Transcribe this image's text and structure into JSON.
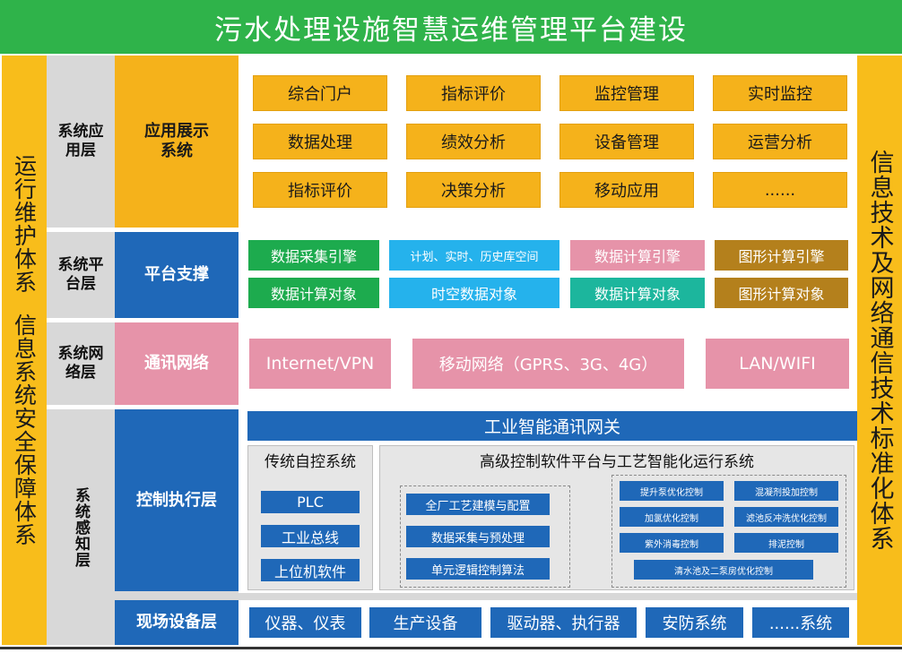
{
  "title": "污水处理设施智慧运维管理平台建设",
  "left_pillar": [
    "运行维护体系",
    "信息系统安全保障体系"
  ],
  "right_pillar": "信息技术及网络通信技术标准化体系",
  "application_layer": {
    "label": "系统应用层",
    "subsystem": "应用展示系统",
    "items": [
      "综合门户",
      "指标评价",
      "监控管理",
      "实时监控",
      "数据处理",
      "绩效分析",
      "设备管理",
      "运营分析",
      "指标评价",
      "决策分析",
      "移动应用",
      "......"
    ]
  },
  "platform_layer": {
    "label": "系统平台层",
    "subsystem": "平台支撑",
    "row1": [
      "数据采集引擎",
      "计划、实时、历史库空间",
      "数据计算引擎",
      "图形计算引擎"
    ],
    "row2": [
      "数据计算对象",
      "时空数据对象",
      "数据计算对象",
      "图形计算对象"
    ]
  },
  "network_layer": {
    "label": "系统网络层",
    "subsystem": "通讯网络",
    "items": [
      "Internet/VPN",
      "移动网络（GPRS、3G、4G）",
      "LAN/WIFI"
    ]
  },
  "perception_layer": {
    "label": "系统感知层",
    "control_subsystem": "控制执行层",
    "gateway": "工业智能通讯网关",
    "traditional": {
      "title": "传统自控系统",
      "items": [
        "PLC",
        "工业总线",
        "上位机软件"
      ]
    },
    "advanced": {
      "title": "高级控制软件平台与工艺智能化运行系统",
      "left_items": [
        "全厂工艺建模与配置",
        "数据采集与预处理",
        "单元逻辑控制算法"
      ],
      "right_items": [
        "提升泵优化控制",
        "混凝剂投加控制",
        "加氯优化控制",
        "滤池反冲洗优化控制",
        "紫外消毒控制",
        "排泥控制",
        "清水池及二泵房优化控制"
      ]
    },
    "field_subsystem": "现场设备层",
    "field_items": [
      "仪器、仪表",
      "生产设备",
      "驱动器、执行器",
      "安防系统",
      "......系统"
    ]
  }
}
